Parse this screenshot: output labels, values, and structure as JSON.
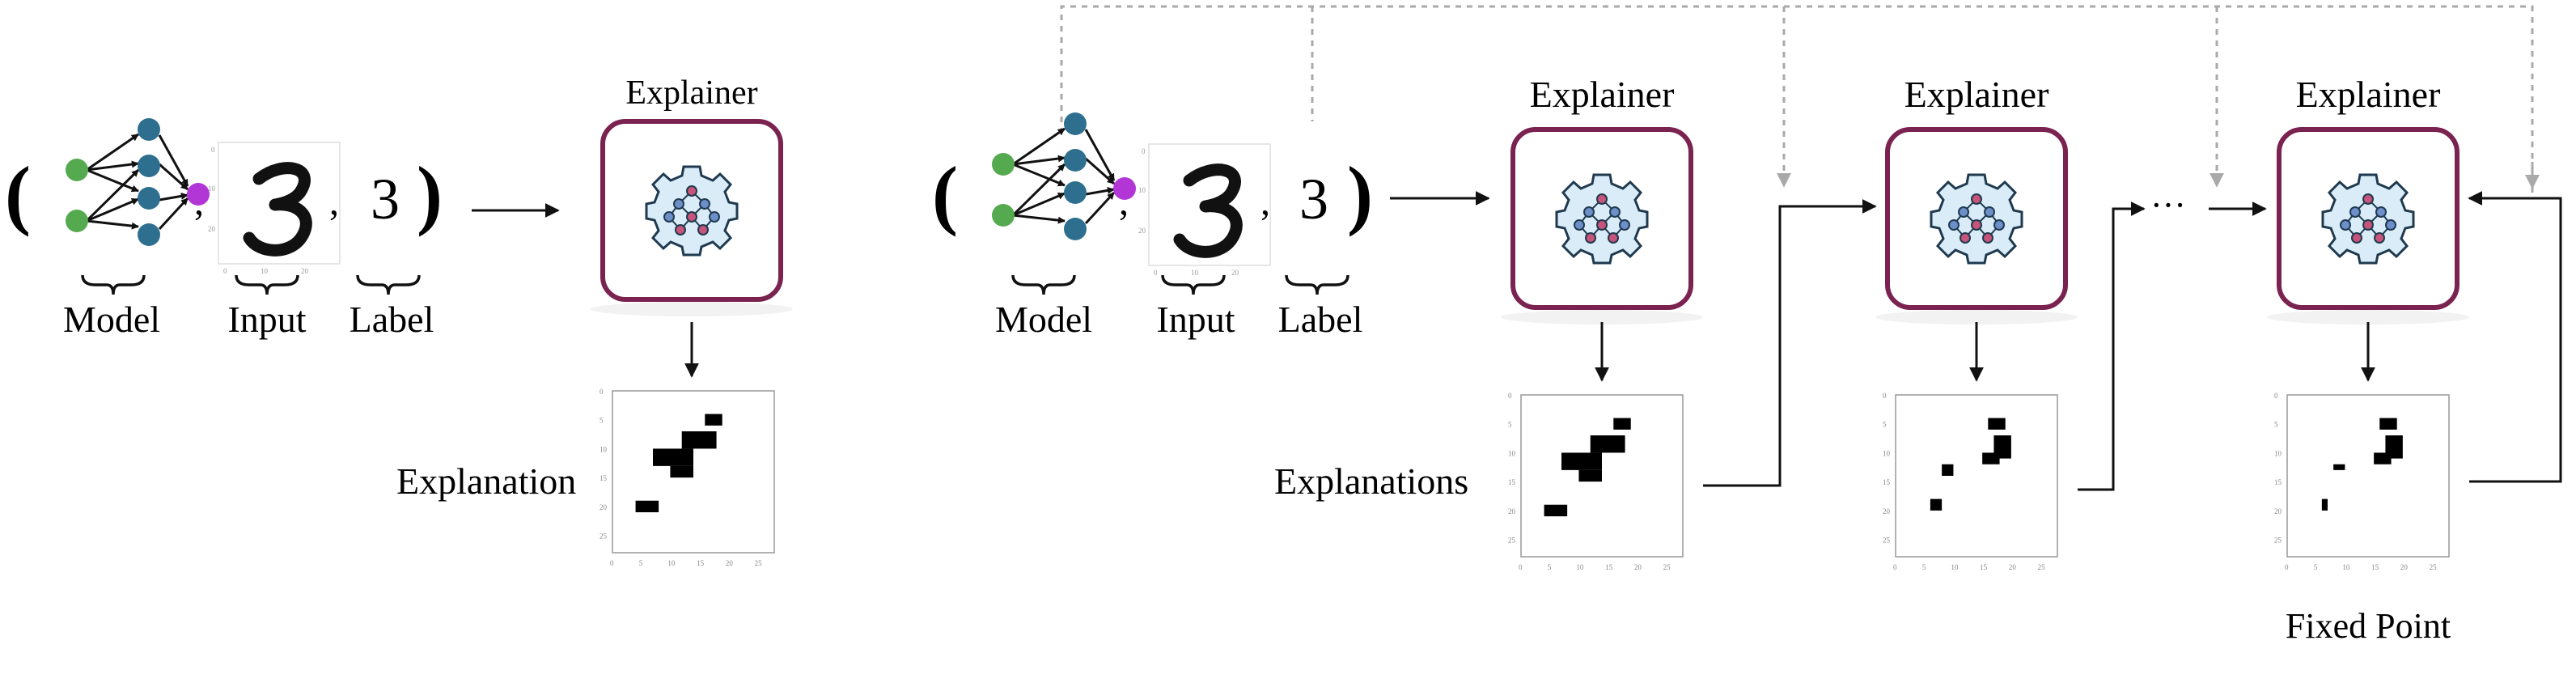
{
  "colors": {
    "explainer_border": "#7a2250",
    "node_blue": "#2e6f8f",
    "node_green": "#55aa4f",
    "node_purple": "#b236d6",
    "gear_fill": "#d9ecf7",
    "gear_stroke": "#1f3a4f",
    "feedback_arrow": "#a9a9a9",
    "arrow": "#111111",
    "pixel": "#000000"
  },
  "left_panel": {
    "open_paren": "(",
    "close_paren": ")",
    "comma": ",",
    "digit": "3",
    "label_value": "3",
    "labels": {
      "model": "Model",
      "input": "Input",
      "label": "Label"
    },
    "explainer_title": "Explainer",
    "explanation_label": "Explanation"
  },
  "right_panel": {
    "open_paren": "(",
    "close_paren": ")",
    "comma": ",",
    "digit": "3",
    "label_value": "3",
    "labels": {
      "model": "Model",
      "input": "Input",
      "label": "Label"
    },
    "explainer_titles": [
      "Explainer",
      "Explainer",
      "Explainer"
    ],
    "explanations_label": "Explanations",
    "ellipsis": "···",
    "fixed_point_label": "Fixed Point"
  },
  "heatmap_axes": {
    "x_ticks": [
      "0",
      "5",
      "10",
      "15",
      "20",
      "25"
    ],
    "y_ticks": [
      "0",
      "5",
      "10",
      "15",
      "20",
      "25"
    ]
  }
}
